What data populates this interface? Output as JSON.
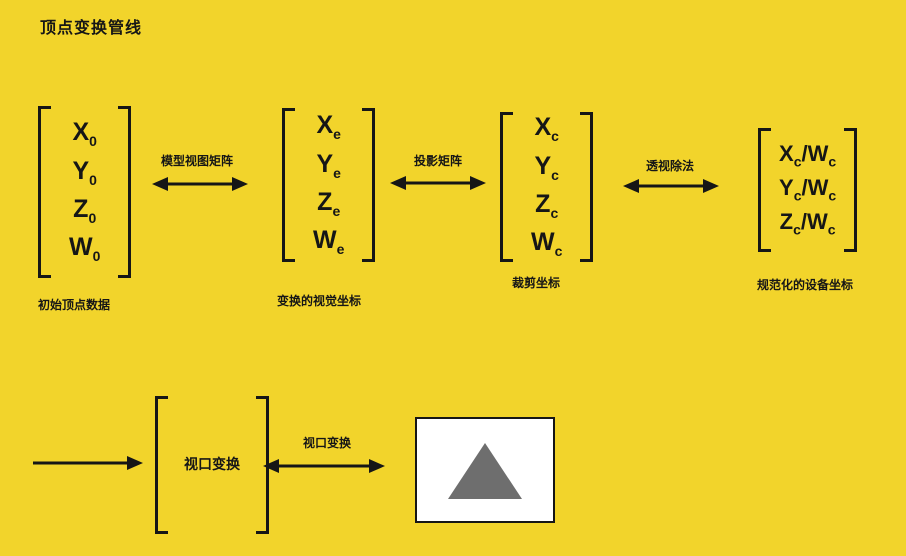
{
  "title": "顶点变换管线",
  "colors": {
    "background": "#F2D42B",
    "ink": "#161616",
    "triangle": "#6E6E6E",
    "screen": "#FFFFFF"
  },
  "pipeline": {
    "stages": [
      {
        "caption": "初始顶点数据",
        "entries": [
          {
            "base": "X",
            "sub": "0"
          },
          {
            "base": "Y",
            "sub": "0"
          },
          {
            "base": "Z",
            "sub": "0"
          },
          {
            "base": "W",
            "sub": "0"
          }
        ]
      },
      {
        "caption": "变换的视觉坐标",
        "entries": [
          {
            "base": "X",
            "sub": "e"
          },
          {
            "base": "Y",
            "sub": "e"
          },
          {
            "base": "Z",
            "sub": "e"
          },
          {
            "base": "W",
            "sub": "e"
          }
        ]
      },
      {
        "caption": "裁剪坐标",
        "entries": [
          {
            "base": "X",
            "sub": "c"
          },
          {
            "base": "Y",
            "sub": "c"
          },
          {
            "base": "Z",
            "sub": "c"
          },
          {
            "base": "W",
            "sub": "c"
          }
        ]
      },
      {
        "caption": "规范化的设备坐标",
        "entries": [
          {
            "num": {
              "base": "X",
              "sub": "c"
            },
            "sep": "/",
            "den": {
              "base": "W",
              "sub": "c"
            }
          },
          {
            "num": {
              "base": "Y",
              "sub": "c"
            },
            "sep": "/",
            "den": {
              "base": "W",
              "sub": "c"
            }
          },
          {
            "num": {
              "base": "Z",
              "sub": "c"
            },
            "sep": "/",
            "den": {
              "base": "W",
              "sub": "c"
            }
          }
        ]
      }
    ],
    "transforms": [
      {
        "label": "模型视图矩阵"
      },
      {
        "label": "投影矩阵"
      },
      {
        "label": "透视除法"
      }
    ]
  },
  "viewport": {
    "box_label": "视口变换",
    "arrow_label": "视口变换"
  }
}
